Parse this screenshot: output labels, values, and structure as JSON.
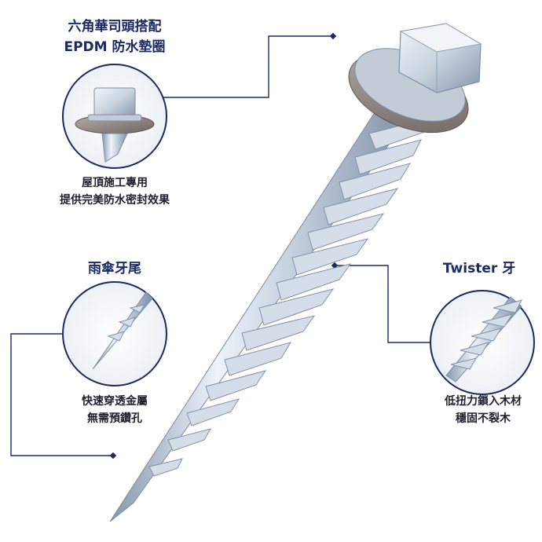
{
  "features": {
    "hex_head": {
      "title_line1": "六角華司頭搭配",
      "title_line2": "EPDM 防水墊圈",
      "desc_line1": "屋頂施工專用",
      "desc_line2": "提供完美防水密封效果"
    },
    "umbrella_tip": {
      "title": "雨傘牙尾",
      "desc_line1": "快速穿透金屬",
      "desc_line2": "無需預鑽孔"
    },
    "twister_thread": {
      "title": "Twister 牙",
      "desc_line1": "低扭力鎖入木材",
      "desc_line2": "穩固不裂木"
    }
  },
  "colors": {
    "accent": "#1c2a63",
    "text": "#1d1f2b",
    "metal_light": "#e8eef6",
    "metal_mid": "#b7c3d3",
    "metal_dark": "#7d8ea4",
    "washer": "#8a7f7c"
  }
}
